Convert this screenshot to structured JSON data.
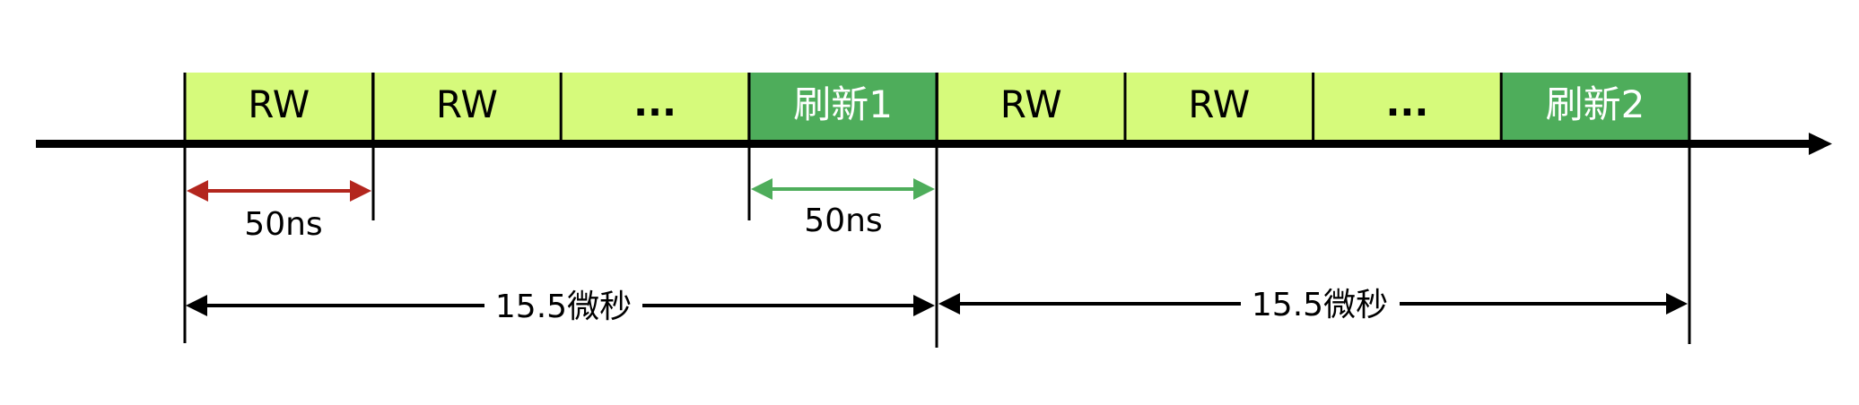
{
  "title": "DRAM refresh timing diagram",
  "colors": {
    "rw_fill": "#D6FA7B",
    "refresh_fill": "#4EAD5B",
    "refresh_text": "#FFFFFF",
    "rw_text": "#000000",
    "axis": "#000000",
    "rw_duration_arrow": "#B3261E",
    "refresh_duration_arrow": "#4EAD5B",
    "period_arrow": "#000000"
  },
  "timeline": {
    "slots": [
      {
        "label": "RW",
        "type": "rw"
      },
      {
        "label": "RW",
        "type": "rw"
      },
      {
        "label": "...",
        "type": "rw"
      },
      {
        "label": "刷新1",
        "type": "refresh"
      },
      {
        "label": "RW",
        "type": "rw"
      },
      {
        "label": "RW",
        "type": "rw"
      },
      {
        "label": "...",
        "type": "rw"
      },
      {
        "label": "刷新2",
        "type": "refresh"
      }
    ]
  },
  "annotations": {
    "rw_duration": {
      "label": "50ns",
      "from_slot": 0,
      "to_slot": 0,
      "color_key": "rw_duration_arrow"
    },
    "refresh_duration": {
      "label": "50ns",
      "from_slot": 3,
      "to_slot": 3,
      "color_key": "refresh_duration_arrow"
    },
    "periods": [
      {
        "label": "15.5微秒",
        "from_slot": 0,
        "to_slot": 3
      },
      {
        "label": "15.5微秒",
        "from_slot": 4,
        "to_slot": 7
      }
    ]
  }
}
